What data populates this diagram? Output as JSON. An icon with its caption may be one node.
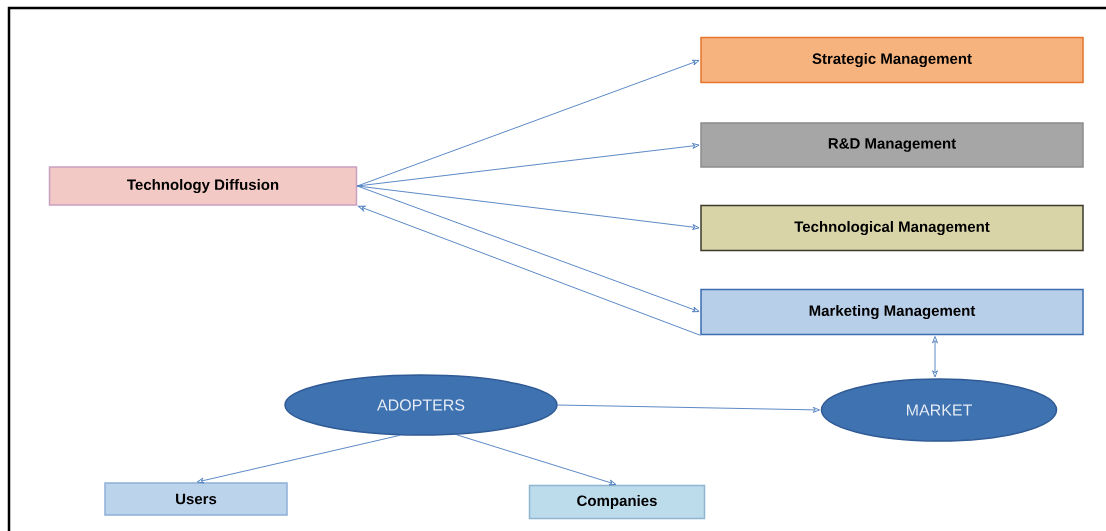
{
  "diagram": {
    "nodes": [
      {
        "text": [
          "Technology Diffusion"
        ]
      },
      {
        "text": [
          "Strategic Management"
        ]
      },
      {
        "text": [
          "R&D Management"
        ]
      },
      {
        "text": [
          "Technological Management"
        ]
      },
      {
        "text": [
          "Marketing Management"
        ]
      },
      {
        "text": [
          "ADOPTERS"
        ]
      },
      {
        "text": [
          "MARKET"
        ]
      },
      {
        "text": [
          "Users"
        ]
      },
      {
        "text": [
          "Companies"
        ]
      }
    ],
    "edges": [
      {
        "from": 0,
        "to": 1,
        "arrow": "to"
      },
      {
        "from": 0,
        "to": 2,
        "arrow": "to"
      },
      {
        "from": 0,
        "to": 3,
        "arrow": "to"
      },
      {
        "from": 0,
        "to": 4,
        "arrow": "to"
      },
      {
        "from": 4,
        "to": 0,
        "arrow": "to"
      },
      {
        "from": 6,
        "to": 4,
        "arrow": "both"
      },
      {
        "from": 5,
        "to": 6,
        "arrow": "to"
      },
      {
        "from": 5,
        "to": 7,
        "arrow": "to"
      },
      {
        "from": 5,
        "to": 8,
        "arrow": "to"
      }
    ]
  }
}
